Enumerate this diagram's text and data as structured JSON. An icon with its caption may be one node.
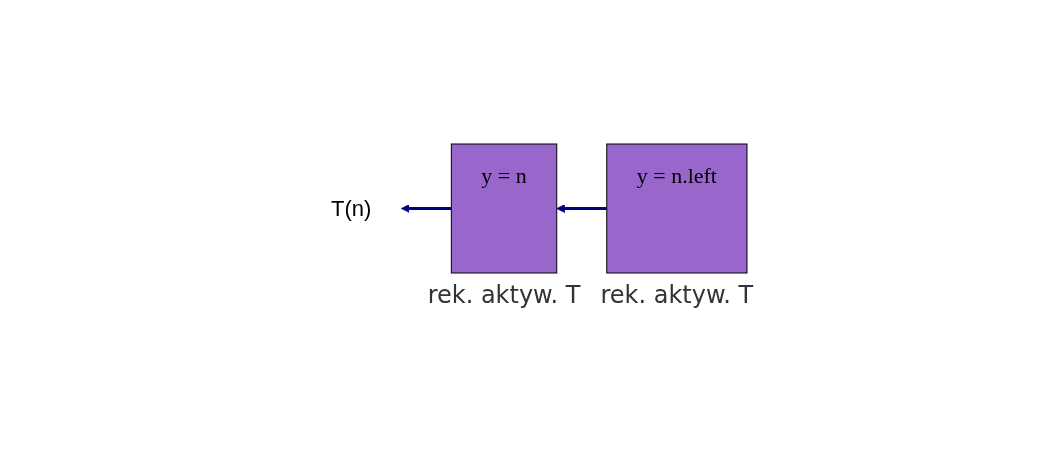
{
  "diagram": {
    "nodes": [
      {
        "text": [
          "T(n)"
        ]
      },
      {
        "text": [
          "y = n"
        ],
        "beside": [
          "rek. aktyw. T"
        ]
      },
      {
        "text": [
          "y = n.left"
        ],
        "beside": [
          "rek. aktyw. T"
        ]
      }
    ],
    "edges": [
      {
        "from": 1,
        "to": 0,
        "arrow": "to",
        "color": "#000080"
      },
      {
        "from": 2,
        "to": 1,
        "arrow": "to",
        "color": "#000080"
      }
    ]
  }
}
